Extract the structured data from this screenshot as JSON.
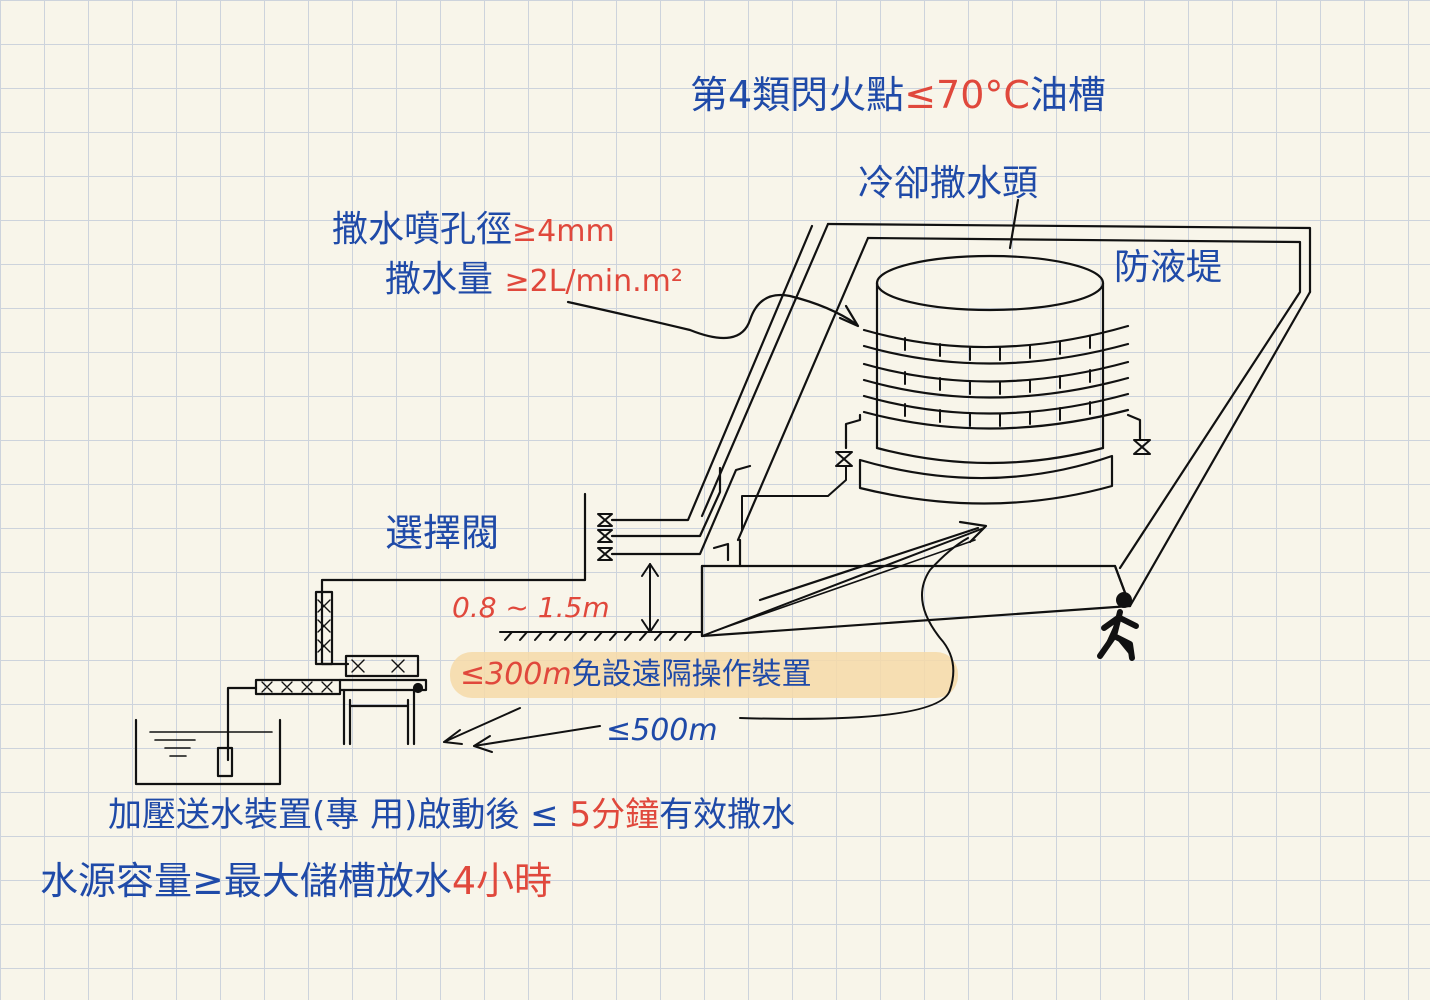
{
  "colors": {
    "ink_blue": "#1f4aa8",
    "ink_red": "#e0483c",
    "ink_black": "#111111",
    "highlight": "#f6d9a8",
    "paper": "#f8f5ea",
    "grid": "#cdd3dc"
  },
  "title": {
    "prefix": "第4類閃火點",
    "value": "≤70°C",
    "suffix": "油槽"
  },
  "labels": {
    "cooling_head": "冷卻撒水頭",
    "dike": "防液堤",
    "nozzle_diameter": {
      "text": "撒水噴孔徑",
      "value": "≥4mm"
    },
    "spray_amount": {
      "text": "撒水量",
      "value": "≥2L/min.m²"
    },
    "selector_valve": "選擇閥",
    "valve_height": "0.8 ~ 1.5m",
    "remote_op": {
      "value": "≤300m",
      "text": "免設遠隔操作裝置"
    },
    "distance_500": "≤500m"
  },
  "notes": {
    "line1": {
      "text": "加壓送水裝置(專 用)啟動後 ≤",
      "value": "5分鐘",
      "tail": "有效撒水"
    },
    "line2": {
      "text": "水源容量≥最大儲槽放水",
      "value": "4小時"
    }
  },
  "icons": {
    "exit_person": "running-person-icon",
    "valve": "valve-icon"
  }
}
